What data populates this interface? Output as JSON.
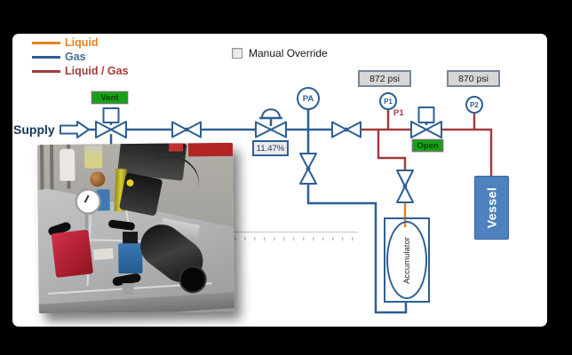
{
  "colors": {
    "liquid": "#E8821E",
    "gas": "#2D5F94",
    "liquid_gas": "#A23B3B",
    "green_state": "#17A317",
    "green_state_text": "#0A3D0A",
    "vessel_fill": "#4E81BD",
    "indicator_fill": "#D7D7D7",
    "navy_text": "#17375E"
  },
  "legend": {
    "items": [
      {
        "label": "Liquid"
      },
      {
        "label": "Gas"
      },
      {
        "label": "Liquid / Gas"
      }
    ]
  },
  "controls": {
    "manual_override_label": "Manual Override",
    "manual_override_checked": false
  },
  "supply_label": "Supply",
  "gauges": {
    "pa": "PA",
    "p1": "P1",
    "p2": "P2",
    "p1_tag": "P1"
  },
  "indicators": {
    "p1_pressure": "872 psi",
    "p2_pressure": "870 psi",
    "valve_opening": "11.47%"
  },
  "valve_states": {
    "vent": "Vent",
    "outlet": "Open"
  },
  "equipment": {
    "vessel": "Vessel",
    "accumulator": "Accumulator"
  }
}
